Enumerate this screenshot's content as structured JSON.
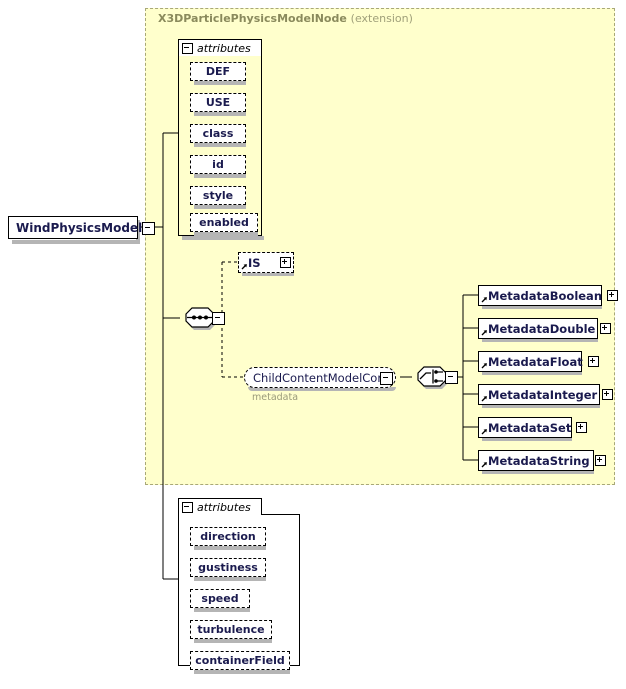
{
  "diagram": {
    "root_element": {
      "label": "WindPhysicsModel",
      "expander": "minus"
    },
    "extension": {
      "type_name": "X3DParticlePhysicsModelNode",
      "kind": "(extension)",
      "background_color": "#ffffcc",
      "border_color": "#a8a878"
    },
    "inherited_attributes_group": {
      "header": "attributes",
      "expander": "minus",
      "items": [
        {
          "label": "DEF"
        },
        {
          "label": "USE"
        },
        {
          "label": "class"
        },
        {
          "label": "id"
        },
        {
          "label": "style"
        },
        {
          "label": "enabled"
        }
      ]
    },
    "sequence_compositor": {
      "kind": "sequence",
      "expander": "minus"
    },
    "children": [
      {
        "label": "IS",
        "style": "dashed",
        "expander": "plus",
        "has_arrow": true
      }
    ],
    "model_group": {
      "label": "ChildContentModelCore",
      "caption": "metadata",
      "expander": "minus"
    },
    "choice_compositor": {
      "kind": "choice",
      "expander": "minus"
    },
    "metadata_elements": [
      {
        "label": "MetadataBoolean",
        "expander": "plus"
      },
      {
        "label": "MetadataDouble",
        "expander": "plus"
      },
      {
        "label": "MetadataFloat",
        "expander": "plus"
      },
      {
        "label": "MetadataInteger",
        "expander": "plus"
      },
      {
        "label": "MetadataSet",
        "expander": "plus"
      },
      {
        "label": "MetadataString",
        "expander": "plus"
      }
    ],
    "own_attributes_group": {
      "header": "attributes",
      "expander": "minus",
      "items": [
        {
          "label": "direction"
        },
        {
          "label": "gustiness"
        },
        {
          "label": "speed"
        },
        {
          "label": "turbulence"
        },
        {
          "label": "containerField"
        }
      ]
    },
    "colors": {
      "text": "#1a1a4e",
      "caption": "#9a9a7a",
      "shadow": "#b5b5b5",
      "line": "#000000"
    }
  }
}
